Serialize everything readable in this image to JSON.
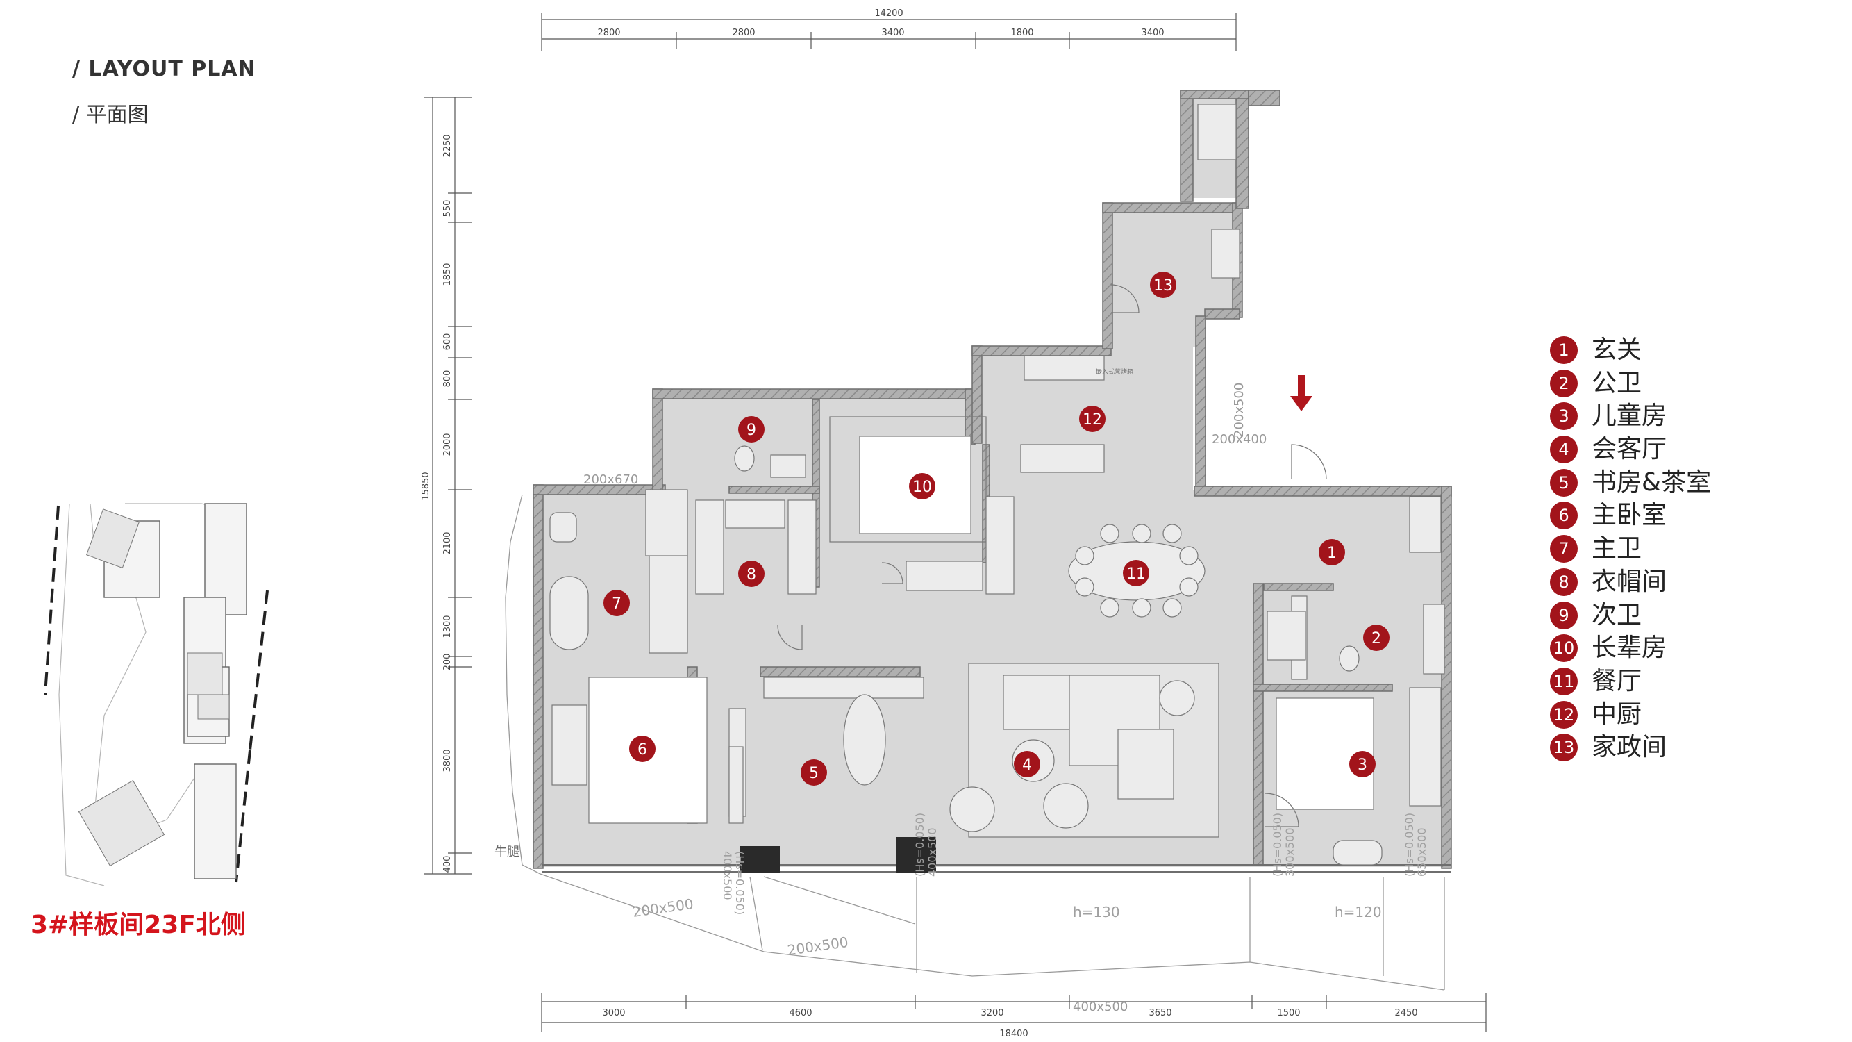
{
  "header": {
    "title_en": "/ LAYOUT PLAN",
    "title_cn": "/ 平面图"
  },
  "caption": "3#样板间23F北侧",
  "colors": {
    "accent_red": "#a2141b",
    "caption_red": "#d4141c",
    "floor_gray": "#d8d8d8",
    "wall_gray": "#8c8c8c"
  },
  "dimensions": {
    "top_total": "14200",
    "top": [
      "2800",
      "2800",
      "3400",
      "1800",
      "3400"
    ],
    "bottom_total": "18400",
    "bottom": [
      "3000",
      "4600",
      "3200",
      "3650",
      "1500",
      "2450"
    ],
    "left_total": "15850",
    "left": [
      "2250",
      "550",
      "1850",
      "600",
      "800",
      "2000",
      "2100",
      "1300",
      "200",
      "3800",
      "400"
    ]
  },
  "plan_notes": {
    "window_200x670": "200x670",
    "door_200x500": "200x500",
    "door_200x400": "200x400",
    "niu_tui": "牛腿",
    "ledge_200x500_a": "200x500",
    "ledge_200x500_b": "200x500",
    "h130": "h=130",
    "h120": "h=120",
    "w400x500": "400x500",
    "hs_a": "(Hs=0.050)",
    "hs_b": "(Hs=0.050)",
    "hs_c": "(Hs=0.050)",
    "hs_d": "(Hs=0.050)",
    "sz_a": "400x500",
    "sz_b": "400x500",
    "sz_c": "300x500",
    "sz_d": "650x500",
    "kitchen_note": "嵌入式蒸烤箱"
  },
  "rooms": [
    {
      "num": "1",
      "name": "玄关"
    },
    {
      "num": "2",
      "name": "公卫"
    },
    {
      "num": "3",
      "name": "儿童房"
    },
    {
      "num": "4",
      "name": "会客厅"
    },
    {
      "num": "5",
      "name": "书房&茶室"
    },
    {
      "num": "6",
      "name": "主卧室"
    },
    {
      "num": "7",
      "name": "主卫"
    },
    {
      "num": "8",
      "name": "衣帽间"
    },
    {
      "num": "9",
      "name": "次卫"
    },
    {
      "num": "10",
      "name": "长辈房"
    },
    {
      "num": "11",
      "name": "餐厅"
    },
    {
      "num": "12",
      "name": "中厨"
    },
    {
      "num": "13",
      "name": "家政间"
    }
  ]
}
